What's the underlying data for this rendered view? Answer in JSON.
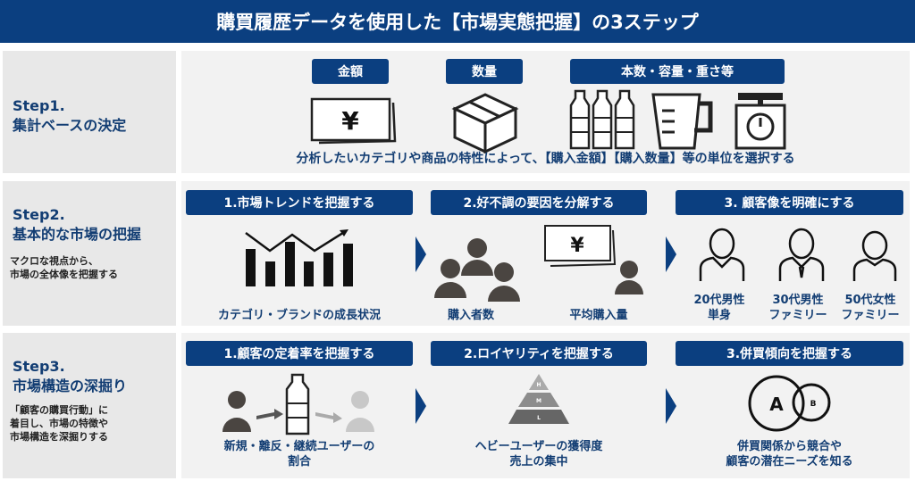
{
  "title": "購買履歴データを使用した【市場実態把握】の3ステップ",
  "step1": {
    "title": "Step1.",
    "subtitle": "集計ベースの決定",
    "tags": [
      "金額",
      "数量",
      "本数・容量・重さ等"
    ],
    "caption": "分析したいカテゴリや商品の特性によって、【購入金額】【購入数量】等の単位を選択する",
    "icons": [
      "yen-bill-icon",
      "box-icon",
      "bottles-icon",
      "measuring-cup-icon",
      "scale-icon"
    ]
  },
  "step2": {
    "title": "Step2.",
    "subtitle": "基本的な市場の把握",
    "desc1": "マクロな視点から、",
    "desc2": "市場の全体像を把握する",
    "headers": [
      "1.市場トレンドを把握する",
      "2.好不調の要因を分解する",
      "3. 顧客像を明確にする"
    ],
    "trend_caption": "カテゴリ・ブランドの成長状況",
    "factor_captions": [
      "購入者数",
      "平均購入量"
    ],
    "personas": [
      {
        "l1": "20代男性",
        "l2": "単身"
      },
      {
        "l1": "30代男性",
        "l2": "ファミリー"
      },
      {
        "l1": "50代女性",
        "l2": "ファミリー"
      }
    ]
  },
  "step3": {
    "title": "Step3.",
    "subtitle": "市場構造の深掘り",
    "desc1": "「顧客の購買行動」に",
    "desc2": "着目し、市場の特徴や",
    "desc3": "市場構造を深掘りする",
    "headers": [
      "1.顧客の定着率を把握する",
      "2.ロイヤリティを把握する",
      "3.併買傾向を把握する"
    ],
    "cap1": [
      "新規・離反・継続ユーザーの",
      "割合"
    ],
    "cap2": [
      "ヘビーユーザーの獲得度",
      "売上の集中"
    ],
    "cap3": [
      "併買関係から競合や",
      "顧客の潜在ニーズを知る"
    ],
    "pyramid": [
      "H",
      "M",
      "L"
    ],
    "venn": [
      "A",
      "B"
    ]
  },
  "colors": {
    "navy": "#0b3f80",
    "text": "#123d73",
    "icon": "#4a4541"
  }
}
